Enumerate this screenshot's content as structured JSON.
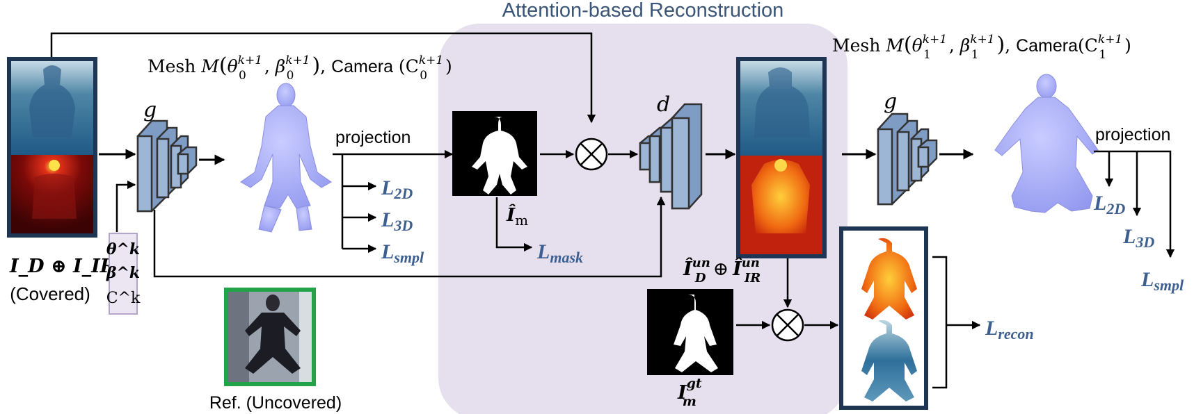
{
  "diagram": {
    "region_title": "Attention-based Reconstruction",
    "input": {
      "formula": "I_D ⊕ I_IR",
      "caption": "(Covered)"
    },
    "params": [
      "θ^k",
      "β^k",
      "C^k"
    ],
    "encoder_label": "g",
    "decoder_label": "d",
    "mesh0": {
      "prefix": "Mesh ",
      "m": "M",
      "theta": "θ",
      "theta_sub": "0",
      "theta_sup": "k+1",
      "beta": "β",
      "beta_sub": "0",
      "beta_sup": "k+1",
      "camera": "Camera",
      "cam": "C",
      "cam_sub": "0",
      "cam_sup": "k+1"
    },
    "mesh1": {
      "prefix": "Mesh ",
      "m": "M",
      "theta": "θ",
      "theta_sub": "1",
      "theta_sup": "k+1",
      "beta": "β",
      "beta_sub": "1",
      "beta_sup": "k+1",
      "camera": "Camera",
      "cam": "C",
      "cam_sub": "1",
      "cam_sup": "k+1"
    },
    "projection_label_1": "projection",
    "projection_label_2": "projection",
    "losses_left": [
      {
        "L": "L",
        "sub": "2D"
      },
      {
        "L": "L",
        "sub": "3D"
      },
      {
        "L": "L",
        "sub": "smpl"
      }
    ],
    "loss_mask": {
      "L": "L",
      "sub": "mask"
    },
    "mask_pred_label": {
      "main": "Î",
      "sub": "m"
    },
    "uncovered_formula": {
      "d": "Î",
      "d_sub": "D",
      "d_sup": "un",
      "op": "⊕",
      "ir": "Î",
      "ir_sub": "IR",
      "ir_sup": "un"
    },
    "mask_gt_label": {
      "main": "I",
      "sub": "m",
      "sup": "gt"
    },
    "loss_recon": {
      "L": "L",
      "sub": "recon"
    },
    "losses_right": [
      {
        "L": "L",
        "sub": "2D"
      },
      {
        "L": "L",
        "sub": "3D"
      },
      {
        "L": "L",
        "sub": "smpl"
      }
    ],
    "reference_caption": "Ref. (Uncovered)",
    "otimes": "⊗",
    "colors": {
      "region": "#e6e0ee",
      "frame": "#1f3554",
      "network": "#9db6d6",
      "loss": "#3d5f8f",
      "mesh": "#a9aef5",
      "ref_border": "#22a34a"
    }
  }
}
